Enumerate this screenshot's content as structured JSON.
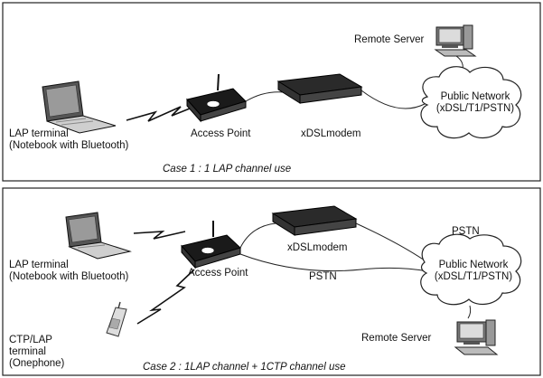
{
  "panel1": {
    "remote_server": "Remote Server",
    "public_network_line1": "Public Network",
    "public_network_line2": "(xDSL/T1/PSTN)",
    "lap_terminal_line1": "LAP terminal",
    "lap_terminal_line2": "(Notebook with Bluetooth)",
    "access_point": "Access Point",
    "xdsl_modem": "xDSLmodem",
    "caption": "Case 1 : 1 LAP channel use"
  },
  "panel2": {
    "lap_terminal_line1": "LAP terminal",
    "lap_terminal_line2": "(Notebook with Bluetooth)",
    "access_point": "Access Point",
    "xdsl_modem": "xDSLmodem",
    "pstn_top": "PSTN",
    "pstn_line": "PSTN",
    "public_network_line1": "Public Network",
    "public_network_line2": "(xDSL/T1/PSTN)",
    "ctp_line1": "CTP/LAP",
    "ctp_line2": "terminal",
    "ctp_line3": "(Onephone)",
    "remote_server": "Remote Server",
    "caption": "Case 2 : 1LAP channel + 1CTP channel use"
  }
}
